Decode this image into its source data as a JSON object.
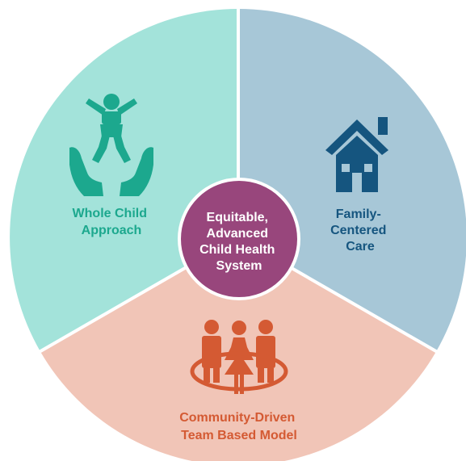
{
  "center": {
    "lines": [
      "Equitable,",
      "Advanced",
      "Child Health",
      "System"
    ],
    "color": "#98467c"
  },
  "segments": [
    {
      "lines": [
        "Whole Child",
        "Approach"
      ],
      "fill": "#a3e3da",
      "label_color": "#1ca88e",
      "icon": "child-in-hands-icon",
      "icon_color": "#1ca88e"
    },
    {
      "lines": [
        "Family-",
        "Centered",
        "Care"
      ],
      "fill": "#a7c7d7",
      "label_color": "#15557f",
      "icon": "house-icon",
      "icon_color": "#15557f"
    },
    {
      "lines": [
        "Community-Driven",
        "Team Based Model"
      ],
      "fill": "#f1c5b7",
      "label_color": "#d45a33",
      "icon": "group-of-people-icon",
      "icon_color": "#d45a33"
    }
  ],
  "divider_color": "#ffffff"
}
